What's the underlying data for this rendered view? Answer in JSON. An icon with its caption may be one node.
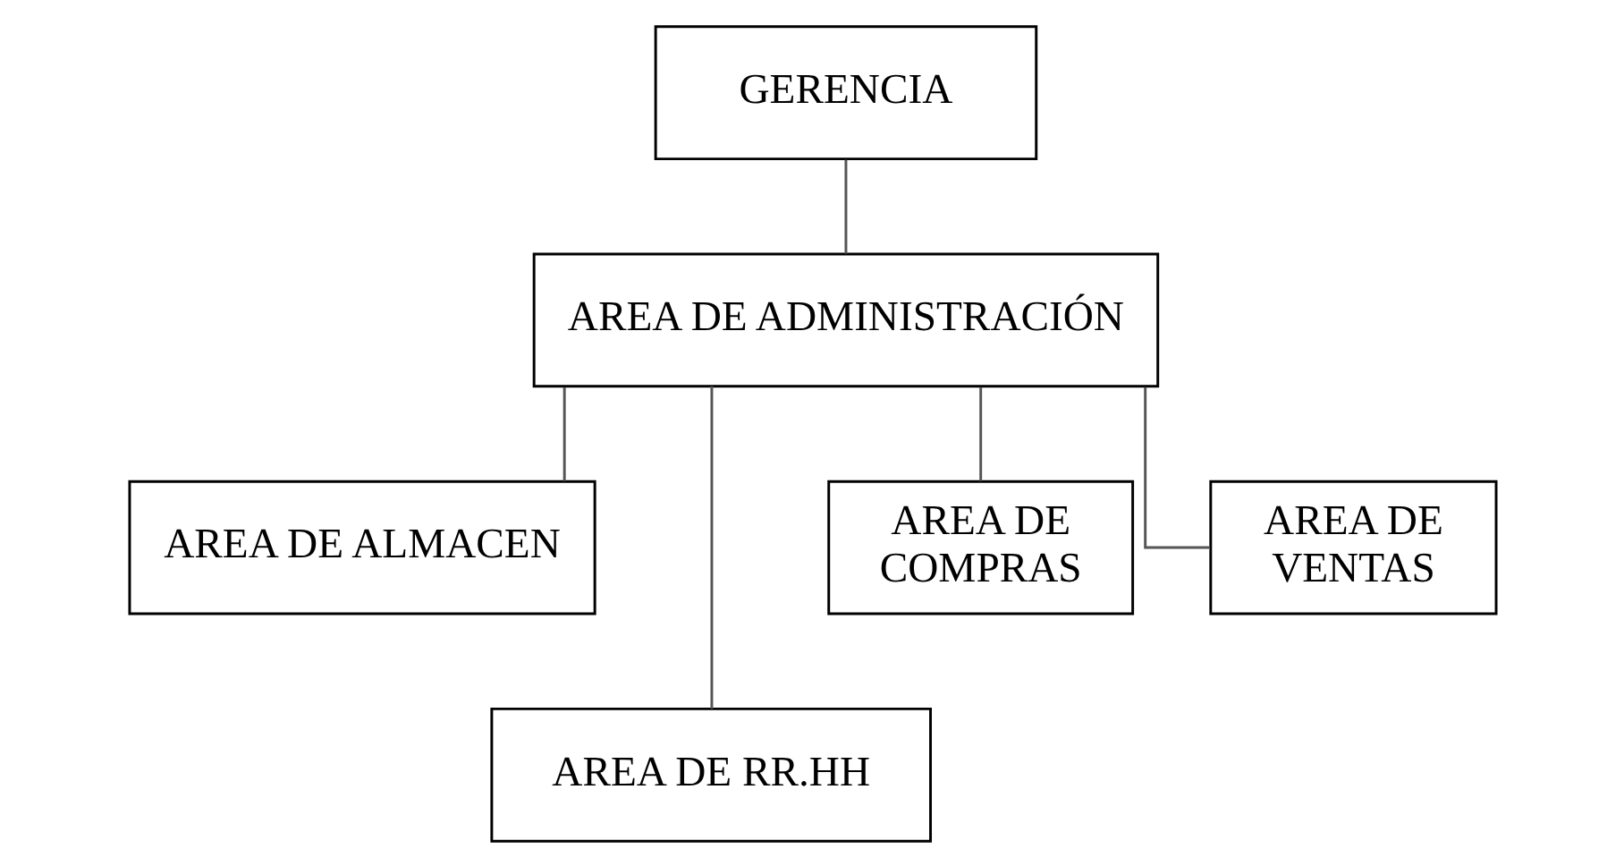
{
  "diagram": {
    "nodes": [
      {
        "text": [
          "GERENCIA"
        ]
      },
      {
        "text": [
          "AREA DE ADMINISTRACIÓN"
        ]
      },
      {
        "text": [
          "AREA DE ALMACEN"
        ]
      },
      {
        "text": [
          "AREA DE RR.HH"
        ]
      },
      {
        "text": [
          "AREA DE COMPRAS"
        ]
      },
      {
        "text": [
          "AREA DE VENTAS"
        ]
      }
    ],
    "edges": [
      {
        "from": 0,
        "to": 1,
        "arrow": "none"
      },
      {
        "from": 1,
        "to": 2,
        "arrow": "none"
      },
      {
        "from": 1,
        "to": 3,
        "arrow": "none"
      },
      {
        "from": 1,
        "to": 4,
        "arrow": "none"
      },
      {
        "from": 1,
        "to": 5,
        "arrow": "none"
      }
    ]
  }
}
